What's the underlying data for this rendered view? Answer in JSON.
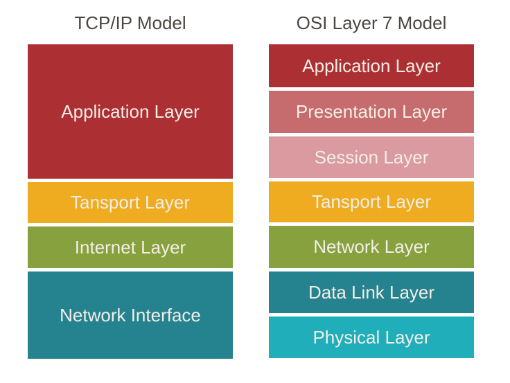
{
  "page": {
    "background": "#ffffff"
  },
  "colors": {
    "title_text": "#4c4642",
    "layer_text": "#f3eee6"
  },
  "columns": [
    {
      "title": "TCP/IP Model",
      "layers": [
        {
          "label": "Application Layer",
          "color": "#ac2f33",
          "height": 194
        },
        {
          "label": "Tansport Layer",
          "color": "#efac21",
          "height": 59
        },
        {
          "label": "Internet Layer",
          "color": "#86a13d",
          "height": 60
        },
        {
          "label": "Network Interface",
          "color": "#25828f",
          "height": 126
        }
      ]
    },
    {
      "title": "OSI Layer 7 Model",
      "layers": [
        {
          "label": "Application Layer",
          "color": "#ac2f33",
          "height": 62
        },
        {
          "label": "Presentation Layer",
          "color": "#c66b6e",
          "height": 61
        },
        {
          "label": "Session Layer",
          "color": "#da9aa0",
          "height": 60
        },
        {
          "label": "Tansport Layer",
          "color": "#efac21",
          "height": 59
        },
        {
          "label": "Network Layer",
          "color": "#86a13d",
          "height": 61
        },
        {
          "label": "Data Link Layer",
          "color": "#25828f",
          "height": 60
        },
        {
          "label": "Physical Layer",
          "color": "#1faeba",
          "height": 60
        }
      ]
    }
  ]
}
